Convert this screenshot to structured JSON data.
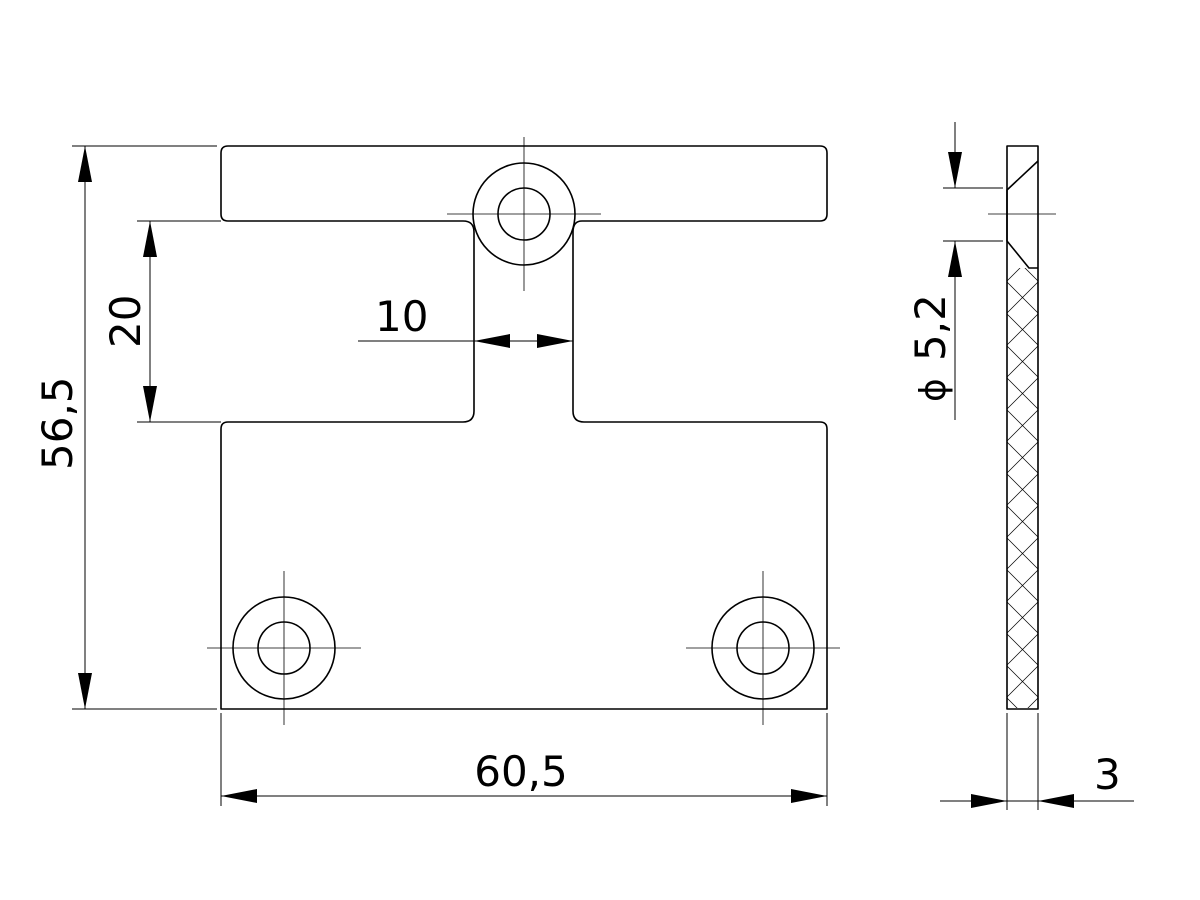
{
  "drawing": {
    "dimensions": {
      "overall_height": "56,5",
      "slot_height": "20",
      "neck_width": "10",
      "overall_width": "60,5",
      "hole_diameter": "5,2",
      "thickness": "3"
    },
    "hole_diameter_symbol": "ϕ"
  }
}
